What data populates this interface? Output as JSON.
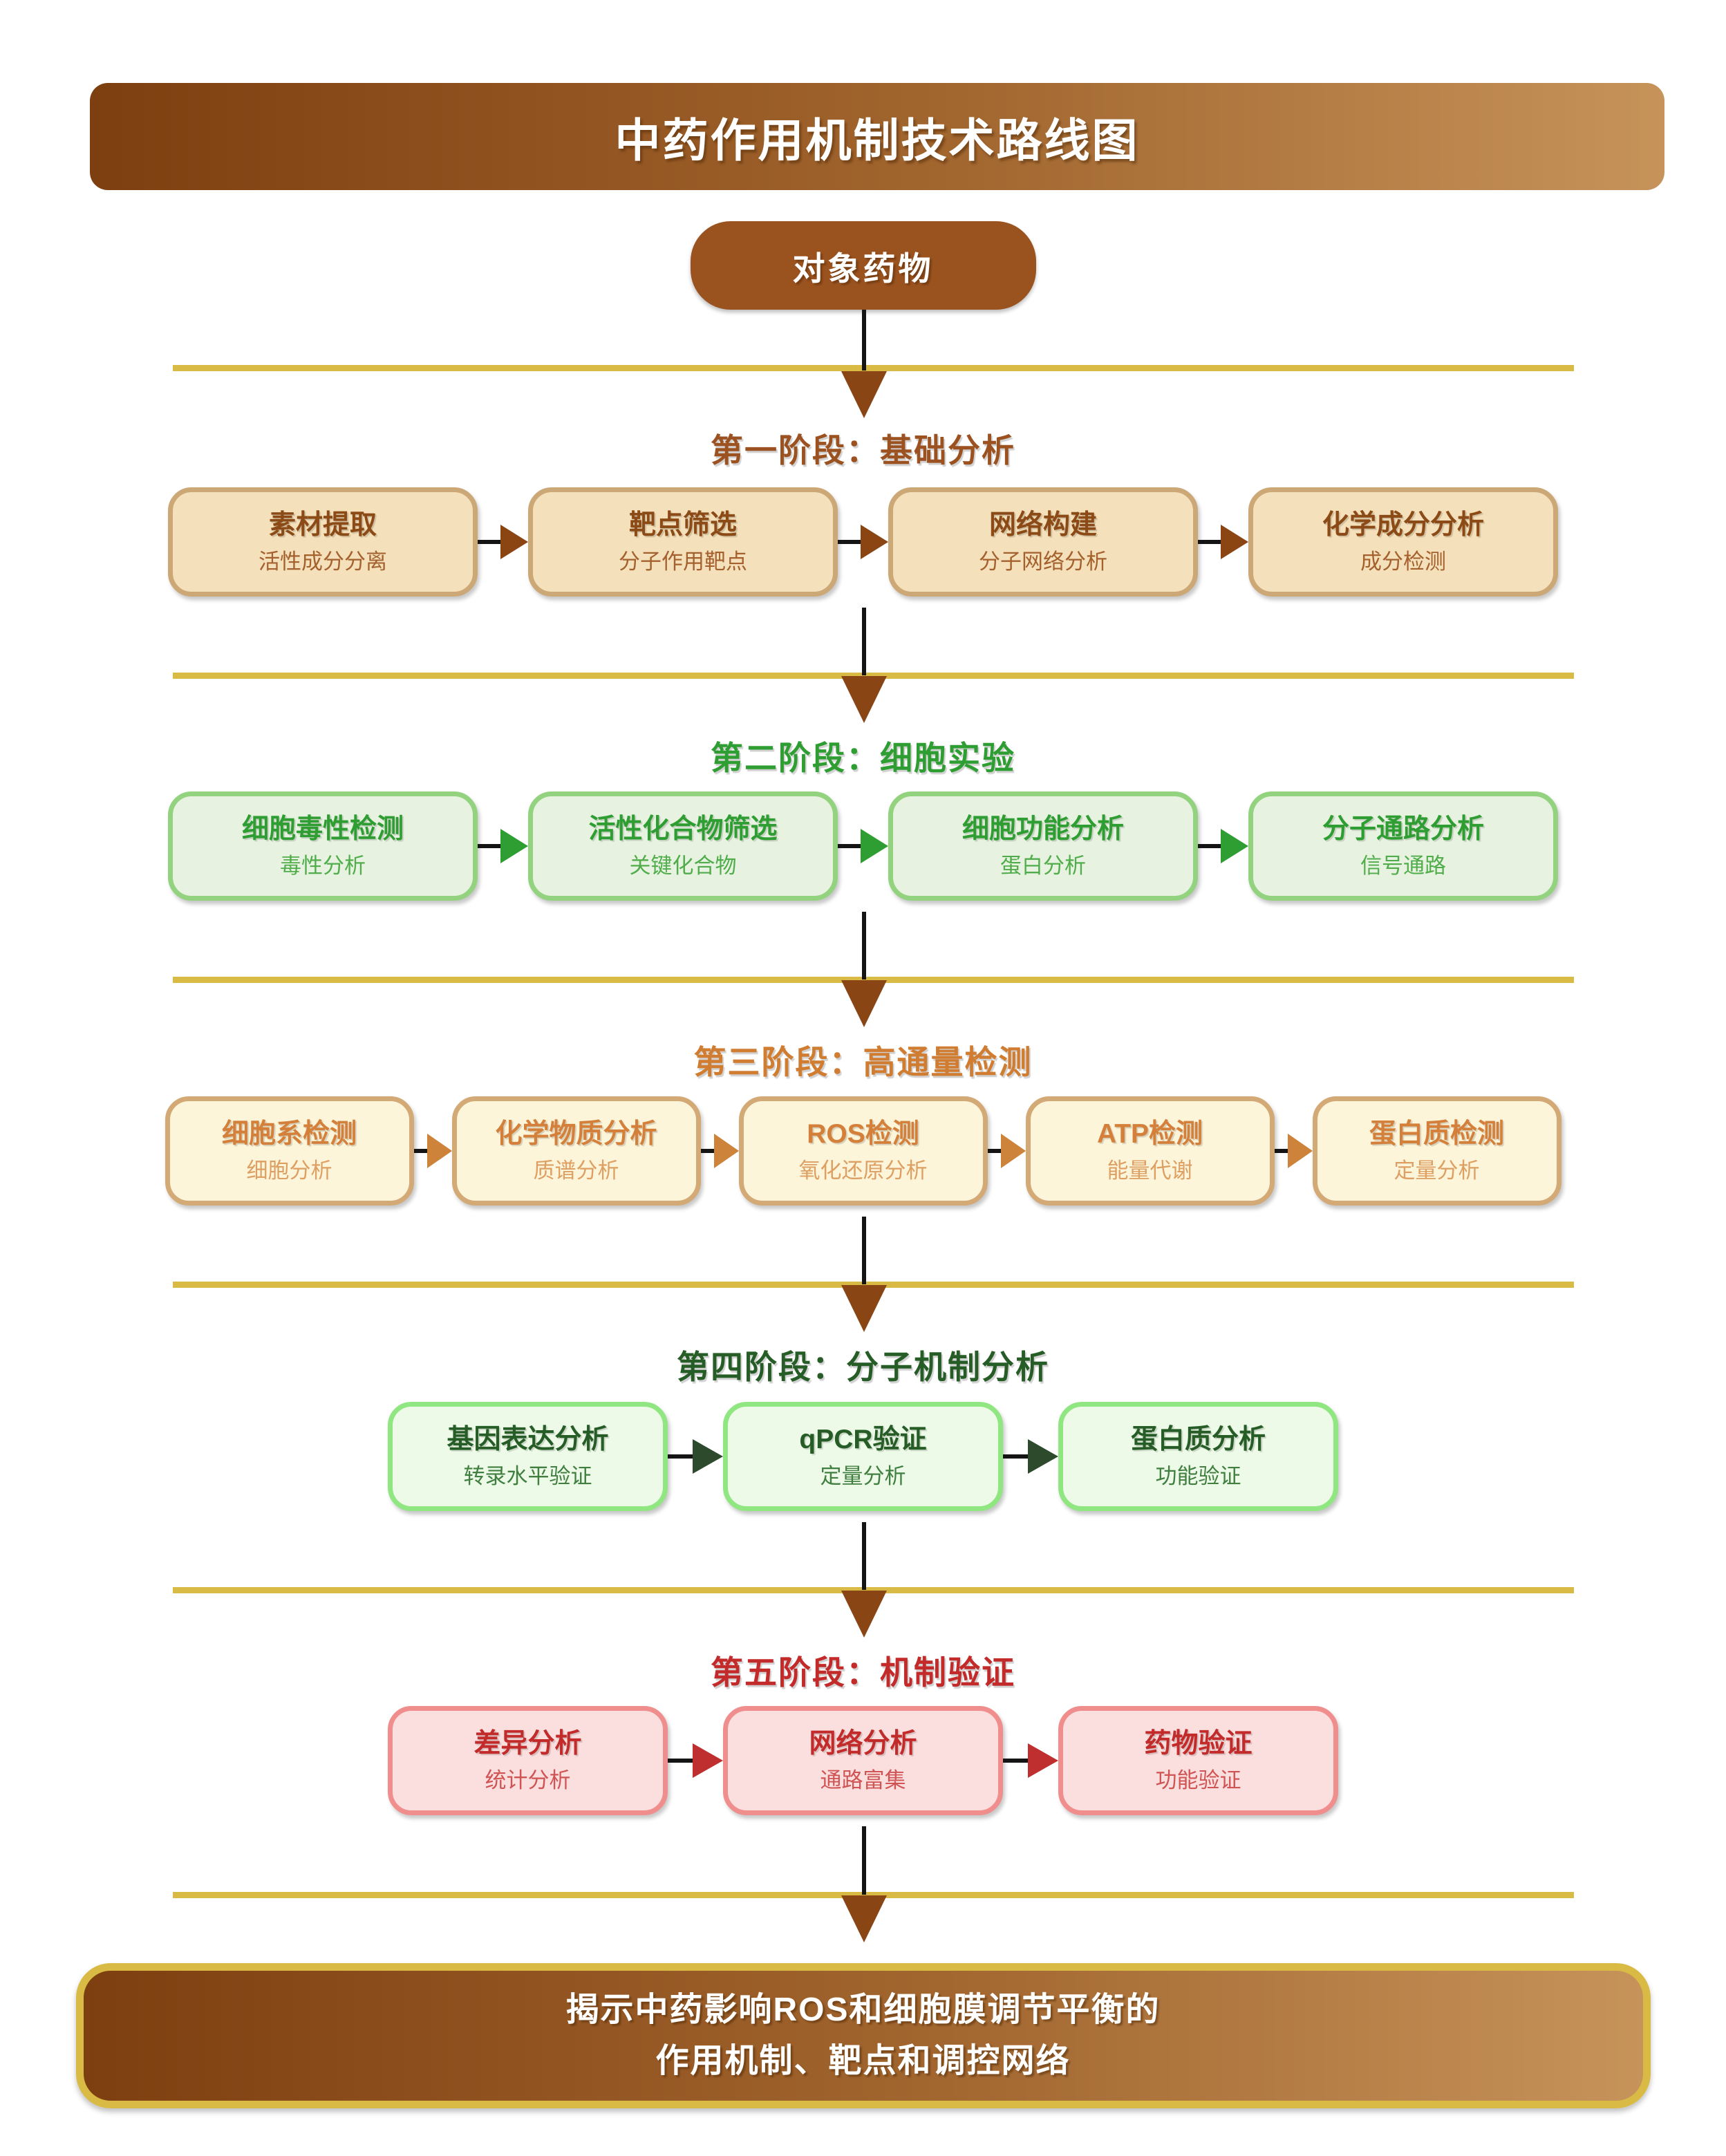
{
  "title": "中药作用机制技术路线图",
  "start_node": {
    "label": "对象药物"
  },
  "phases": [
    {
      "heading": "第一阶段：基础分析",
      "theme": {
        "heading_color": "#9c5220",
        "box_fill": "#f4e0ba",
        "box_border": "#cda877",
        "title_color": "#8c4a16",
        "subtitle_color": "#a4612e",
        "arrow_color": "#8b4513"
      },
      "boxes": [
        {
          "title": "素材提取",
          "subtitle": "活性成分分离"
        },
        {
          "title": "靶点筛选",
          "subtitle": "分子作用靶点"
        },
        {
          "title": "网络构建",
          "subtitle": "分子网络分析"
        },
        {
          "title": "化学成分分析",
          "subtitle": "成分检测"
        }
      ]
    },
    {
      "heading": "第二阶段：细胞实验",
      "theme": {
        "heading_color": "#2f9e32",
        "box_fill": "#e7f3e0",
        "box_border": "#93d37f",
        "title_color": "#2f9e32",
        "subtitle_color": "#51ad4b",
        "arrow_color": "#2f9e32"
      },
      "boxes": [
        {
          "title": "细胞毒性检测",
          "subtitle": "毒性分析"
        },
        {
          "title": "活性化合物筛选",
          "subtitle": "关键化合物"
        },
        {
          "title": "细胞功能分析",
          "subtitle": "蛋白分析"
        },
        {
          "title": "分子通路分析",
          "subtitle": "信号通路"
        }
      ]
    },
    {
      "heading": "第三阶段：高通量检测",
      "theme": {
        "heading_color": "#d07c31",
        "box_fill": "#fdf5da",
        "box_border": "#d3a976",
        "title_color": "#d4803a",
        "subtitle_color": "#dd9f62",
        "arrow_color": "#cd8339"
      },
      "boxes": [
        {
          "title": "细胞系检测",
          "subtitle": "细胞分析"
        },
        {
          "title": "化学物质分析",
          "subtitle": "质谱分析"
        },
        {
          "title": "ROS检测",
          "subtitle": "氧化还原分析"
        },
        {
          "title": "ATP检测",
          "subtitle": "能量代谢"
        },
        {
          "title": "蛋白质检测",
          "subtitle": "定量分析"
        }
      ]
    },
    {
      "heading": "第四阶段：分子机制分析",
      "theme": {
        "heading_color": "#265c26",
        "box_fill": "#ecfae7",
        "box_border": "#90e680",
        "title_color": "#265c26",
        "subtitle_color": "#417f41",
        "arrow_color": "#2d4a2d"
      },
      "boxes": [
        {
          "title": "基因表达分析",
          "subtitle": "转录水平验证"
        },
        {
          "title": "qPCR验证",
          "subtitle": "定量分析"
        },
        {
          "title": "蛋白质分析",
          "subtitle": "功能验证"
        }
      ]
    },
    {
      "heading": "第五阶段：机制验证",
      "theme": {
        "heading_color": "#c32b2b",
        "box_fill": "#fbdede",
        "box_border": "#f08e8e",
        "title_color": "#c32b2b",
        "subtitle_color": "#d05454",
        "arrow_color": "#bf2f2f"
      },
      "boxes": [
        {
          "title": "差异分析",
          "subtitle": "统计分析"
        },
        {
          "title": "网络分析",
          "subtitle": "通路富集"
        },
        {
          "title": "药物验证",
          "subtitle": "功能验证"
        }
      ]
    }
  ],
  "conclusion": {
    "line1": "揭示中药影响ROS和细胞膜调节平衡的",
    "line2": "作用机制、靶点和调控网络"
  },
  "colors": {
    "banner_gradient_left": "#7e3f10",
    "banner_gradient_right": "#c6935a",
    "start_node_fill": "#9a521f",
    "separator_gold": "#d8ba45",
    "down_arrow": "#8a4515",
    "stem_black": "#141414",
    "background": "#ffffff",
    "text_on_banner": "#ffffff"
  }
}
